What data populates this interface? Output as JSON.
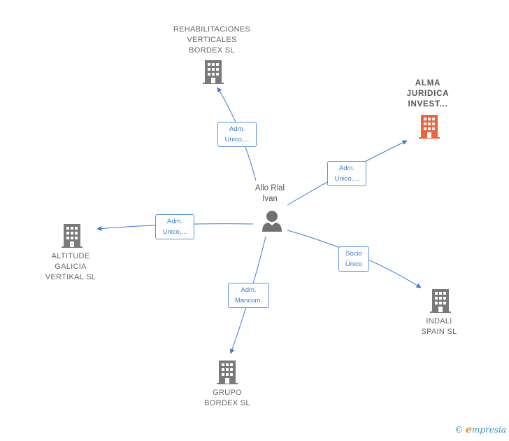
{
  "center": {
    "name_line1": "Allo Rial",
    "name_line2": "Ivan"
  },
  "nodes": [
    {
      "id": "rehabilitaciones",
      "lines": [
        "REHABILITACIONES",
        "VERTICALES",
        "BORDEX SL"
      ],
      "color": "#7a7a7a"
    },
    {
      "id": "alma",
      "lines": [
        "ALMA",
        "JURIDICA",
        "INVEST..."
      ],
      "color": "#f0633a"
    },
    {
      "id": "altitude",
      "lines": [
        "ALTITUDE",
        "GALICIA",
        "VERTIKAL  SL"
      ],
      "color": "#7a7a7a"
    },
    {
      "id": "indali",
      "lines": [
        "INDALI",
        "SPAIN  SL"
      ],
      "color": "#7a7a7a"
    },
    {
      "id": "grupo",
      "lines": [
        "GRUPO",
        "BORDEX SL"
      ],
      "color": "#7a7a7a"
    }
  ],
  "edges": [
    {
      "to": "rehabilitaciones",
      "label1": "Adm.",
      "label2": "Unico,..."
    },
    {
      "to": "alma",
      "label1": "Adm.",
      "label2": "Unico,..."
    },
    {
      "to": "altitude",
      "label1": "Adm.",
      "label2": "Unico,..."
    },
    {
      "to": "indali",
      "label1": "Socio",
      "label2": "Único"
    },
    {
      "to": "grupo",
      "label1": "Adm.",
      "label2": "Mancom."
    }
  ],
  "watermark": {
    "copyright": "©",
    "brand_e": "e",
    "brand_rest": "mpresia"
  },
  "colors": {
    "edge": "#3a7bd0",
    "person": "#707070"
  }
}
